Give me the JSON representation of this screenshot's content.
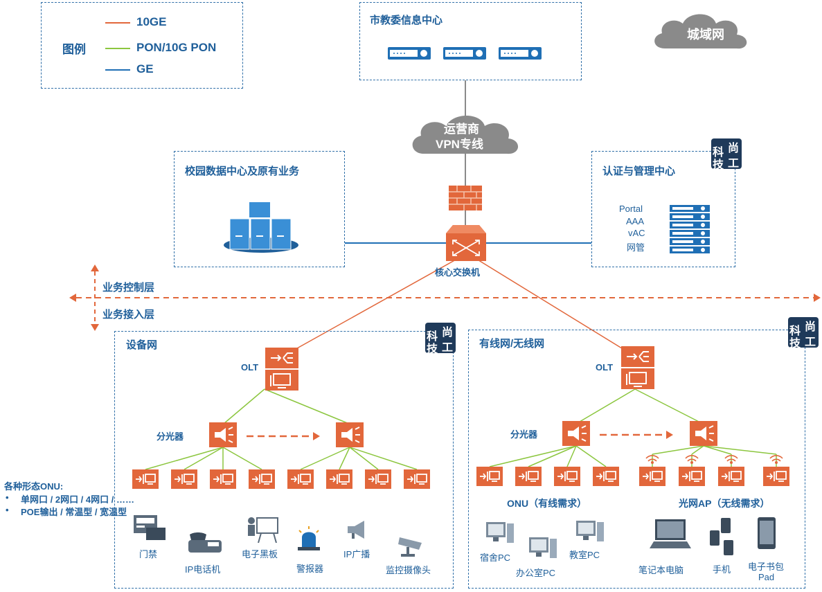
{
  "legend": {
    "title": "图例",
    "items": [
      {
        "label": "10GE",
        "color": "#e2673b"
      },
      {
        "label": "PON/10G PON",
        "color": "#8cc63f"
      },
      {
        "label": "GE",
        "color": "#1f6fb5"
      }
    ]
  },
  "nodes": {
    "edu_center": "市教委信息中心",
    "metro": "城域网",
    "vpn_line1": "运营商",
    "vpn_line2": "VPN专线",
    "campus_dc": "校园数据中心及原有业务",
    "auth_center": "认证与管理中心",
    "auth_items": [
      "Portal",
      "AAA",
      "vAC",
      "网管"
    ],
    "core_switch": "核心交换机",
    "control_layer": "业务控制层",
    "access_layer": "业务接入层",
    "device_net": "设备网",
    "wired_net": "有线网/无线网",
    "olt": "OLT",
    "splitter": "分光器",
    "onu_note_title": "各种形态ONU:",
    "onu_note_items": [
      "单网口 / 2网口 / 4网口 / ……",
      "POE输出 / 常温型 / 宽温型"
    ],
    "onu_wired": "ONU（有线需求）",
    "ap_wireless": "光网AP（无线需求）"
  },
  "watermark": {
    "chars": [
      "科",
      "尚",
      "技",
      "工"
    ]
  },
  "devices": {
    "access_control": "门禁",
    "ip_phone": "IP电话机",
    "e_board": "电子黑板",
    "alarm": "警报器",
    "ip_broadcast": "IP广播",
    "camera": "监控摄像头",
    "dorm_pc": "宿舍PC",
    "office_pc": "办公室PC",
    "class_pc": "教室PC",
    "laptop": "笔记本电脑",
    "phone": "手机",
    "ebook1": "电子书包",
    "ebook2": "Pad"
  },
  "colors": {
    "orange": "#e2673b",
    "green": "#8cc63f",
    "blue": "#1f6fb5",
    "grey_line": "#8a8a8a",
    "text": "#1f5f9a"
  }
}
